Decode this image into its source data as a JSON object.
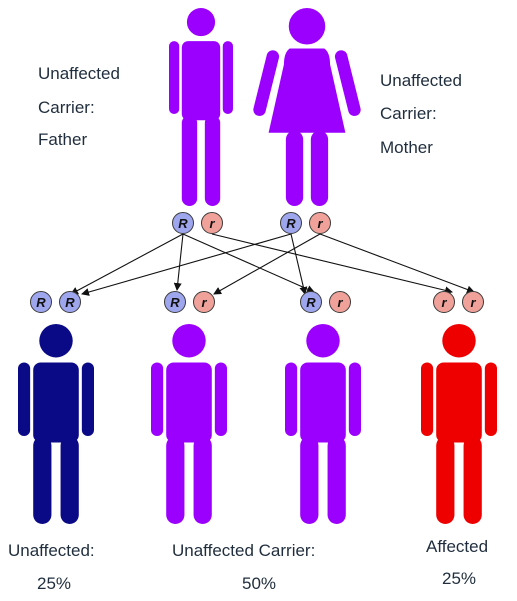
{
  "colors": {
    "carrier": "#9b00ff",
    "unaffected": "#0b0a86",
    "affected": "#ee0000",
    "dominant_allele": "#9ea6ee",
    "recessive_allele": "#f0a29a",
    "arrow": "#111111"
  },
  "parents": {
    "father": {
      "label_lines": [
        "Unaffected",
        "Carrier:",
        "Father"
      ],
      "alleles": [
        "R",
        "r"
      ]
    },
    "mother": {
      "label_lines": [
        "Unaffected",
        "Carrier:",
        "Mother"
      ],
      "alleles": [
        "R",
        "r"
      ]
    }
  },
  "children": [
    {
      "alleles": [
        "R",
        "R"
      ],
      "status": "unaffected"
    },
    {
      "alleles": [
        "R",
        "r"
      ],
      "status": "carrier"
    },
    {
      "alleles": [
        "R",
        "r"
      ],
      "status": "carrier"
    },
    {
      "alleles": [
        "r",
        "r"
      ],
      "status": "affected"
    }
  ],
  "outcomes": [
    {
      "label": "Unaffected:",
      "percent": "25%"
    },
    {
      "label": "Unaffected Carrier:",
      "percent": "50%"
    },
    {
      "label": "Affected",
      "percent": "25%"
    }
  ]
}
